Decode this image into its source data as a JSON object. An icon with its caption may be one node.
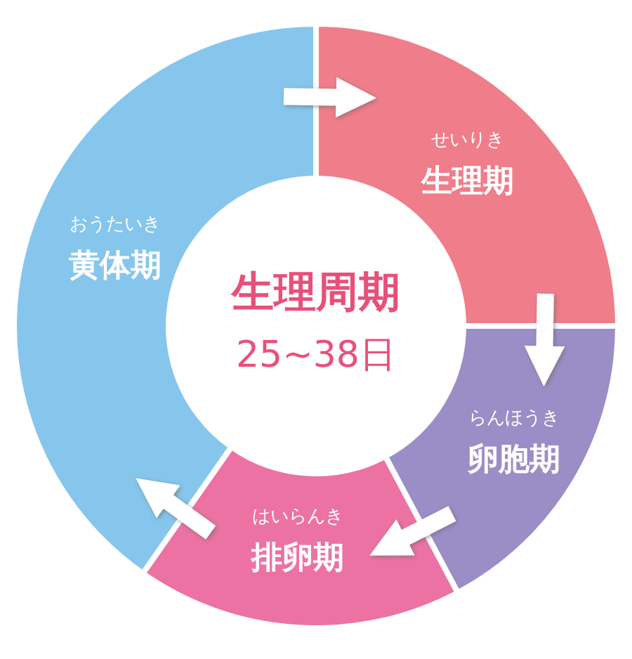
{
  "diagram": {
    "nodes": [
      {
        "text": [
          "生理周期",
          "25~38日"
        ]
      },
      {
        "text": [
          "せいりき",
          "生理期"
        ]
      },
      {
        "text": [
          "らんほうき",
          "卵胞期"
        ]
      },
      {
        "text": [
          "はいらんき",
          "排卵期"
        ]
      },
      {
        "text": [
          "おうたいき",
          "黄体期"
        ]
      }
    ],
    "edges": [
      {
        "from": 4,
        "to": 1,
        "arrow": "to"
      },
      {
        "from": 1,
        "to": 2,
        "arrow": "to"
      },
      {
        "from": 2,
        "to": 3,
        "arrow": "to"
      },
      {
        "from": 3,
        "to": 4,
        "arrow": "to"
      }
    ]
  }
}
